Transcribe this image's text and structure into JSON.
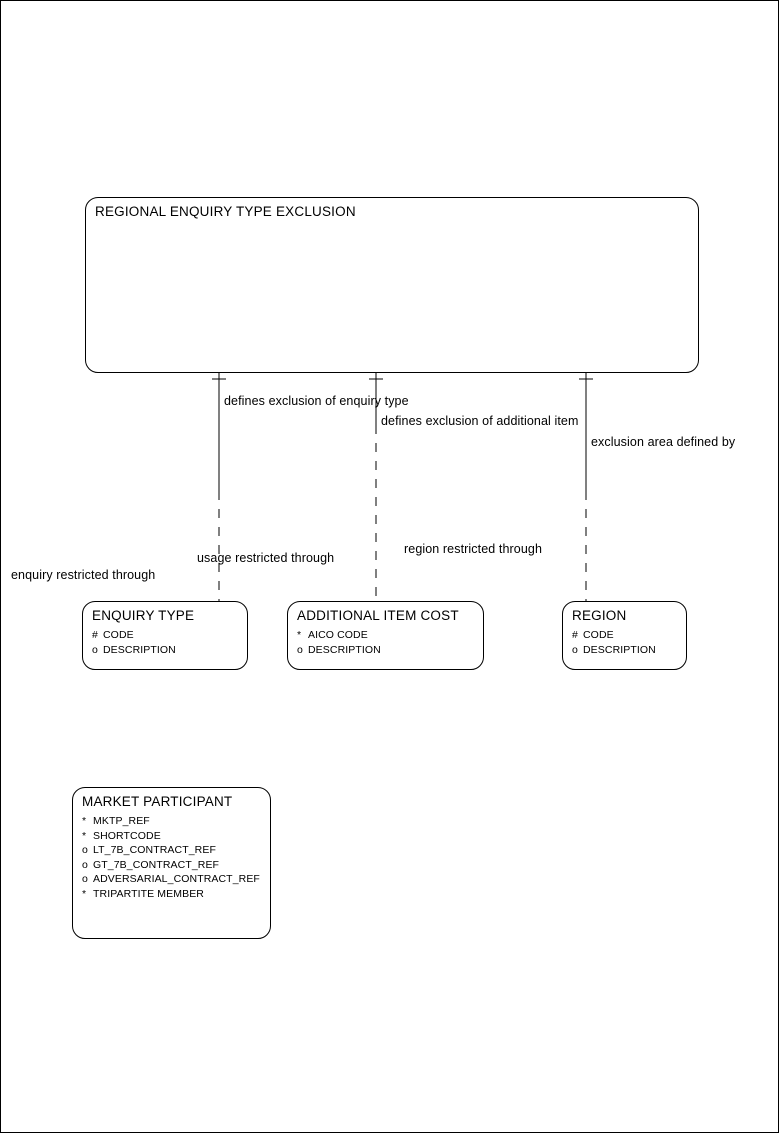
{
  "diagram": {
    "type": "entity-relationship-diagram",
    "entities": [
      {
        "id": "regional-enquiry-type-exclusion",
        "name": "REGIONAL ENQUIRY TYPE EXCLUSION",
        "attributes": []
      },
      {
        "id": "enquiry-type",
        "name": "ENQUIRY TYPE",
        "attributes": [
          {
            "mark": "#",
            "label": "CODE"
          },
          {
            "mark": "o",
            "label": "DESCRIPTION"
          }
        ]
      },
      {
        "id": "additional-item-cost",
        "name": "ADDITIONAL ITEM COST",
        "attributes": [
          {
            "mark": "*",
            "label": "AICO CODE"
          },
          {
            "mark": "o",
            "label": "DESCRIPTION"
          }
        ]
      },
      {
        "id": "region",
        "name": "REGION",
        "attributes": [
          {
            "mark": "#",
            "label": "CODE"
          },
          {
            "mark": "o",
            "label": "DESCRIPTION"
          }
        ]
      },
      {
        "id": "market-participant",
        "name": "MARKET PARTICIPANT",
        "attributes": [
          {
            "mark": "*",
            "label": "MKTP_REF"
          },
          {
            "mark": "*",
            "label": "SHORTCODE"
          },
          {
            "mark": "o",
            "label": "LT_7B_CONTRACT_REF"
          },
          {
            "mark": "o",
            "label": "GT_7B_CONTRACT_REF"
          },
          {
            "mark": "o",
            "label": "ADVERSARIAL_CONTRACT_REF"
          },
          {
            "mark": "*",
            "label": "TRIPARTITE MEMBER"
          }
        ]
      }
    ],
    "relationships": [
      {
        "id": "rel-enquiry-type-top",
        "label": "defines exclusion of enquiry type"
      },
      {
        "id": "rel-additional-item-top",
        "label": "defines exclusion of additional item"
      },
      {
        "id": "rel-region-top",
        "label": "exclusion area defined by"
      },
      {
        "id": "rel-enquiry-type-bottom",
        "label": "enquiry restricted through"
      },
      {
        "id": "rel-additional-item-bottom",
        "label": "usage restricted through"
      },
      {
        "id": "rel-region-bottom",
        "label": "region restricted through"
      }
    ],
    "colors": {
      "stroke": "#000000",
      "background": "#ffffff",
      "text": "#000000"
    }
  }
}
